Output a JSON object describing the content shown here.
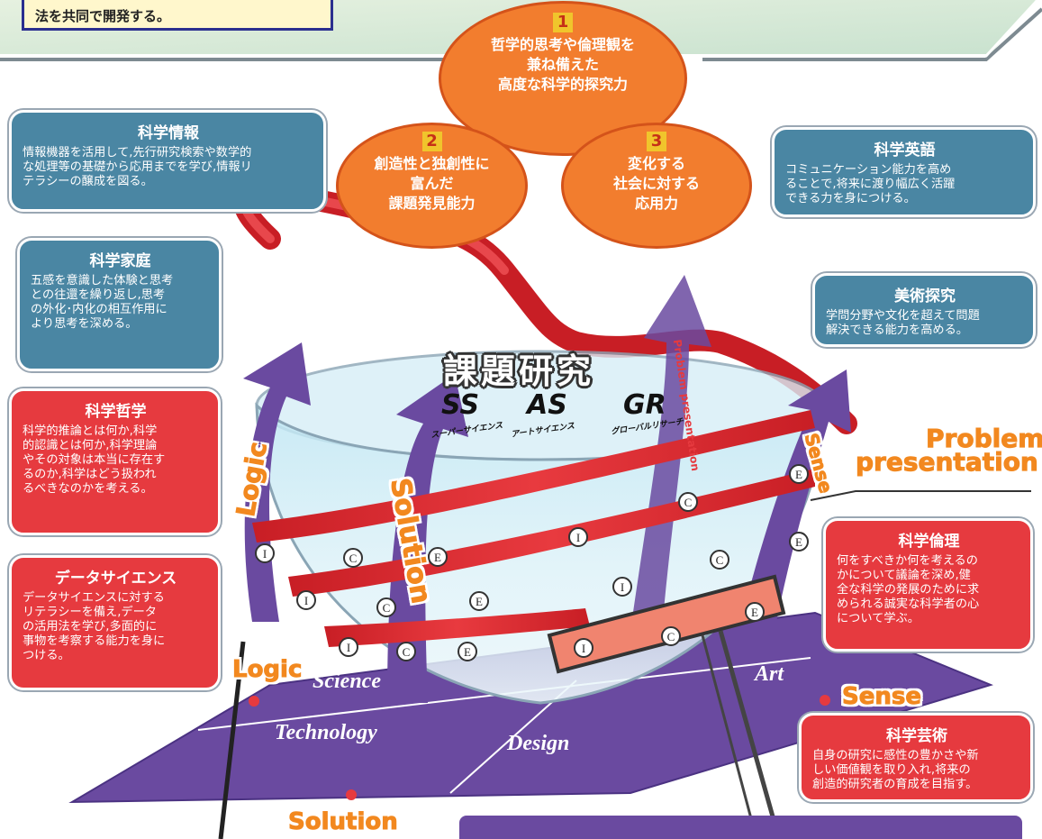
{
  "top_note": {
    "text": "法を共同で開発する。"
  },
  "abilities": [
    {
      "number": "1",
      "lines": [
        "哲学的思考や倫理観を",
        "兼ね備えた",
        "高度な科学的探究力"
      ]
    },
    {
      "number": "2",
      "lines": [
        "創造性と独創性に",
        "富んだ",
        "課題発見能力"
      ]
    },
    {
      "number": "3",
      "lines": [
        "変化する",
        "社会に対する",
        "応用力"
      ]
    }
  ],
  "boxes": {
    "kagaku_joho": {
      "title": "科学情報",
      "lines": [
        "情報機器を活用して,先行研究検索や数学的",
        "な処理等の基礎から応用までを学び,情報リ",
        "テラシーの醸成を図る。"
      ]
    },
    "kagaku_katei": {
      "title": "科学家庭",
      "lines": [
        "五感を意識した体験と思考",
        "との往還を繰り返し,思考",
        "の外化･内化の相互作用に",
        "より思考を深める。"
      ]
    },
    "kagaku_tetsugaku": {
      "title": "科学哲学",
      "lines": [
        "科学的推論とは何か,科学",
        "的認識とは何か,科学理論",
        "やその対象は本当に存在す",
        "るのか,科学はどう扱われ",
        "るべきなのかを考える。"
      ]
    },
    "data_science": {
      "title": "データサイエンス",
      "lines": [
        "データサイエンスに対する",
        "リテラシーを備え,データ",
        "の活用法を学び,多面的に",
        "事物を考察する能力を身に",
        "つける。"
      ]
    },
    "kagaku_eigo": {
      "title": "科学英語",
      "lines": [
        "コミュニケーション能力を高め",
        "ることで,将来に渡り幅広く活躍",
        "できる力を身につける。"
      ]
    },
    "bijutsu_tankyu": {
      "title": "美術探究",
      "lines": [
        "学問分野や文化を超えて問題",
        "解決できる能力を高める。"
      ]
    },
    "kagaku_rinri": {
      "title": "科学倫理",
      "lines": [
        "何をすべきか何を考えるの",
        "かについて議論を深め,健",
        "全な科学の発展のために求",
        "められる誠実な科学者の心",
        "について学ぶ。"
      ]
    },
    "kagaku_geijutsu": {
      "title": "科学芸術",
      "lines": [
        "自身の研究に感性の豊かさや新",
        "しい価値観を取り入れ,将来の",
        "創造的研究者の育成を目指す。"
      ]
    }
  },
  "center": {
    "title": "課題研究",
    "ss": "SS",
    "ss_sub": "スーパーサイエンス",
    "as": "AS",
    "as_sub": "アートサイエンス",
    "gr": "GR",
    "gr_sub": "グローバルリサーチ"
  },
  "arrows": {
    "logic": "Logic",
    "solution": "Solution",
    "problem_presentation": "Problem presentation",
    "sense": "Sense"
  },
  "labels": {
    "problem": "Problem",
    "presentation": "presentation",
    "logic": "Logic",
    "sense": "Sense",
    "solution": "Solution"
  },
  "plane": {
    "science": "Science",
    "art": "Art",
    "technology": "Technology",
    "design": "Design"
  },
  "ice": {
    "i": "I",
    "c": "C",
    "e": "E"
  },
  "colors": {
    "orange": "#f27d2e",
    "blue_box": "#4a86a3",
    "red_box": "#e63a3f",
    "purple": "#6a4aa0",
    "ribbon_red": "#d8262c",
    "label_orange": "#f2881f"
  }
}
